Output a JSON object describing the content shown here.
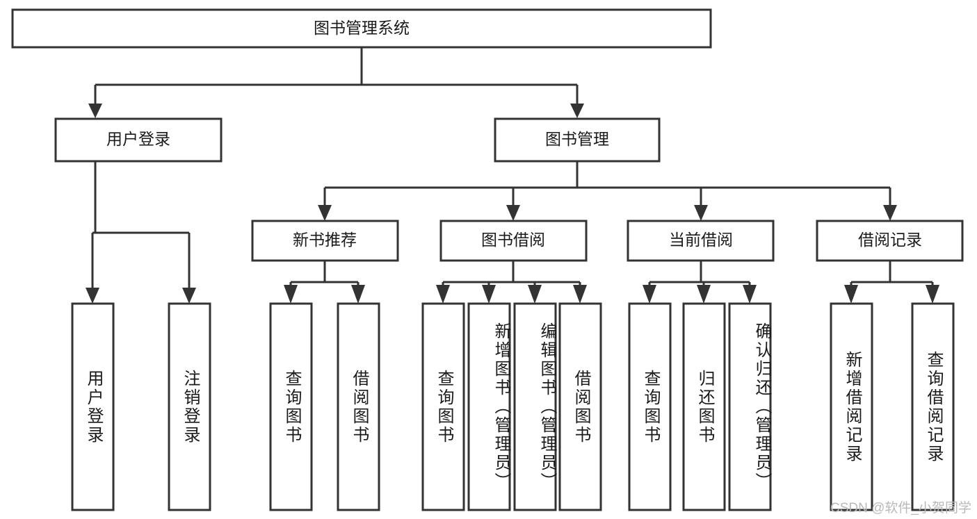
{
  "diagram": {
    "title_node": {
      "label": "图书管理系统"
    },
    "level2": [
      {
        "id": "user-login",
        "label": "用户登录"
      },
      {
        "id": "book-management",
        "label": "图书管理"
      }
    ],
    "level3": [
      {
        "id": "new-book-recommend",
        "label": "新书推荐"
      },
      {
        "id": "book-borrow",
        "label": "图书借阅"
      },
      {
        "id": "current-borrow",
        "label": "当前借阅"
      },
      {
        "id": "borrow-record",
        "label": "借阅记录"
      }
    ],
    "leaves": [
      {
        "id": "leaf-user-login",
        "label": "用户登录"
      },
      {
        "id": "leaf-logout-login",
        "label": "注销登录"
      },
      {
        "id": "leaf-query-book-1",
        "label": "查询图书"
      },
      {
        "id": "leaf-borrow-book-1",
        "label": "借阅图书"
      },
      {
        "id": "leaf-query-book-2",
        "label": "查询图书"
      },
      {
        "id": "leaf-add-book",
        "label": "新增图书（管理员）"
      },
      {
        "id": "leaf-edit-book",
        "label": "编辑图书（管理员）"
      },
      {
        "id": "leaf-borrow-book-2",
        "label": "借阅图书"
      },
      {
        "id": "leaf-query-book-3",
        "label": "查询图书"
      },
      {
        "id": "leaf-return-book",
        "label": "归还图书"
      },
      {
        "id": "leaf-confirm-return",
        "label": "确认归还（管理员）"
      },
      {
        "id": "leaf-add-record",
        "label": "新增借阅记录"
      },
      {
        "id": "leaf-query-record",
        "label": "查询借阅记录"
      }
    ]
  },
  "watermark": {
    "text": "CSDN @软件_小贺同学"
  },
  "colors": {
    "stroke": "#333333",
    "box_fill": "#ffffff",
    "text": "#1a1a1a",
    "watermark": "#b9b9b9",
    "background": "#ffffff"
  }
}
